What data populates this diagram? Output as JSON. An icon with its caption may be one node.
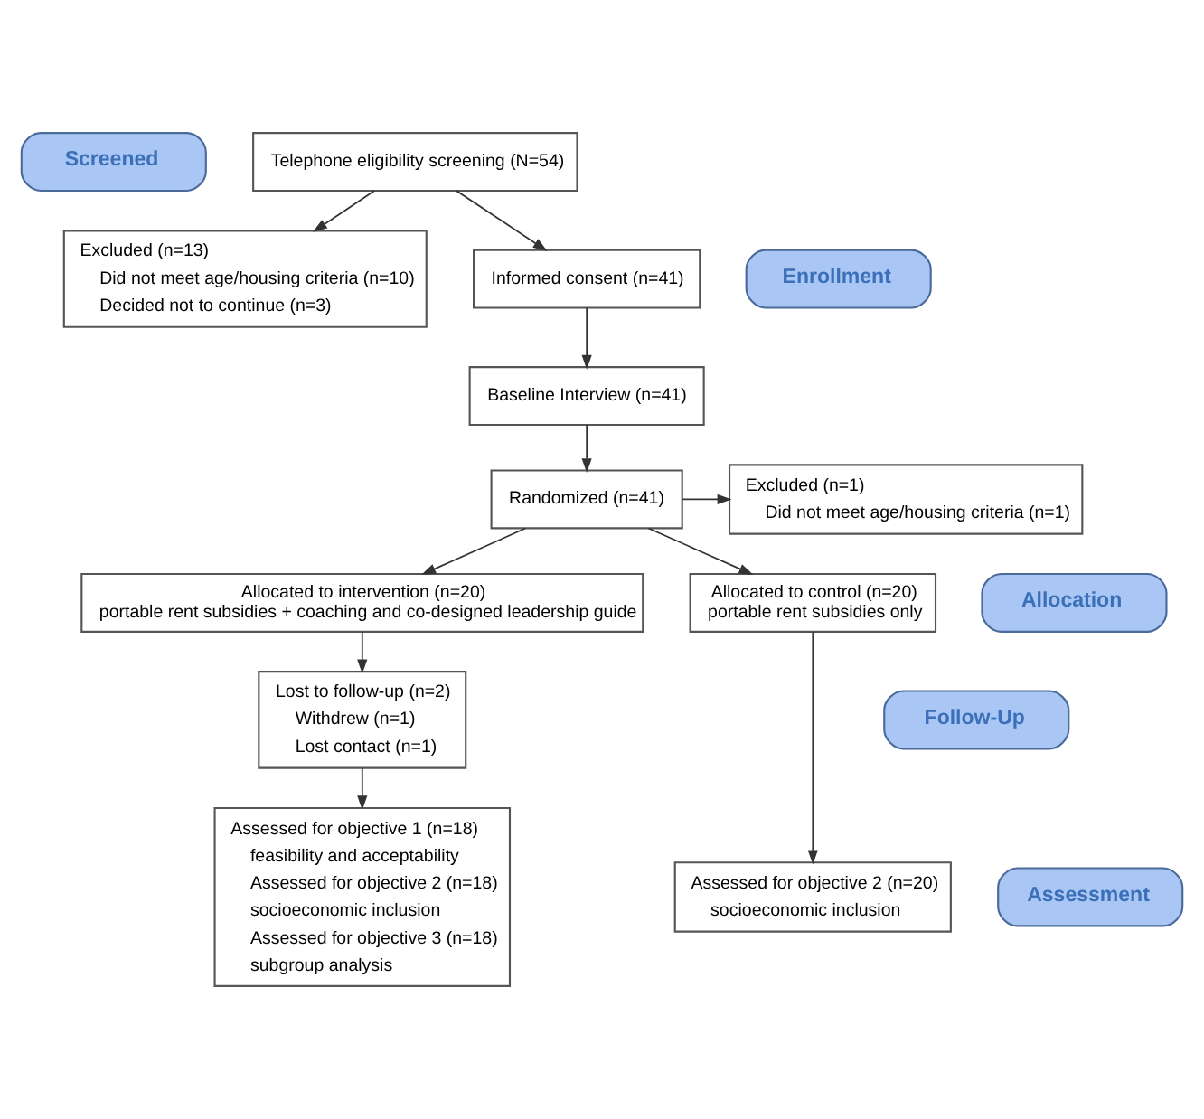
{
  "diagram": {
    "nodes": [
      {
        "text": [
          "Screened"
        ]
      },
      {
        "text": [
          "Telephone eligibility screening (N=54)"
        ]
      },
      {
        "text": [
          "Excluded (n=13)",
          "Did not meet age/housing criteria (n=10)",
          "Decided not to continue (n=3)"
        ]
      },
      {
        "text": [
          "Enrollment"
        ]
      },
      {
        "text": [
          "Informed consent (n=41)"
        ]
      },
      {
        "text": [
          "Baseline Interview (n=41)"
        ]
      },
      {
        "text": [
          "Randomized (n=41)"
        ]
      },
      {
        "text": [
          "Excluded (n=1)",
          "Did not meet age/housing criteria (n=1)"
        ]
      },
      {
        "text": [
          "Allocation"
        ]
      },
      {
        "text": [
          "Allocated to intervention (n=20)",
          "portable rent subsidies + coaching and co-designed leadership guide"
        ]
      },
      {
        "text": [
          "Allocated to control (n=20)",
          "portable rent subsidies only"
        ]
      },
      {
        "text": [
          "Follow-Up"
        ]
      },
      {
        "text": [
          "Lost to follow-up (n=2)",
          "Withdrew (n=1)",
          "Lost contact (n=1)"
        ]
      },
      {
        "text": [
          "Assessment"
        ]
      },
      {
        "text": [
          "Assessed for objective 1 (n=18)",
          "feasibility and acceptability",
          "Assessed for objective 2 (n=18)",
          "socioeconomic inclusion",
          "Assessed for objective 3 (n=18)",
          "subgroup analysis"
        ]
      },
      {
        "text": [
          "Assessed for objective 2 (n=20)",
          "socioeconomic inclusion"
        ]
      }
    ],
    "edges": [
      {
        "from": 1,
        "to": 4,
        "arrow": "to"
      },
      {
        "from": 1,
        "to": 2,
        "arrow": "to"
      },
      {
        "from": 4,
        "to": 5,
        "arrow": "to"
      },
      {
        "from": 5,
        "to": 6,
        "arrow": "to"
      },
      {
        "from": 6,
        "to": 7,
        "arrow": "to"
      },
      {
        "from": 6,
        "to": 9,
        "arrow": "to"
      },
      {
        "from": 6,
        "to": 10,
        "arrow": "to"
      },
      {
        "from": 9,
        "to": 12,
        "arrow": "to"
      },
      {
        "from": 12,
        "to": 14,
        "arrow": "to"
      },
      {
        "from": 10,
        "to": 15,
        "arrow": "to"
      }
    ]
  }
}
